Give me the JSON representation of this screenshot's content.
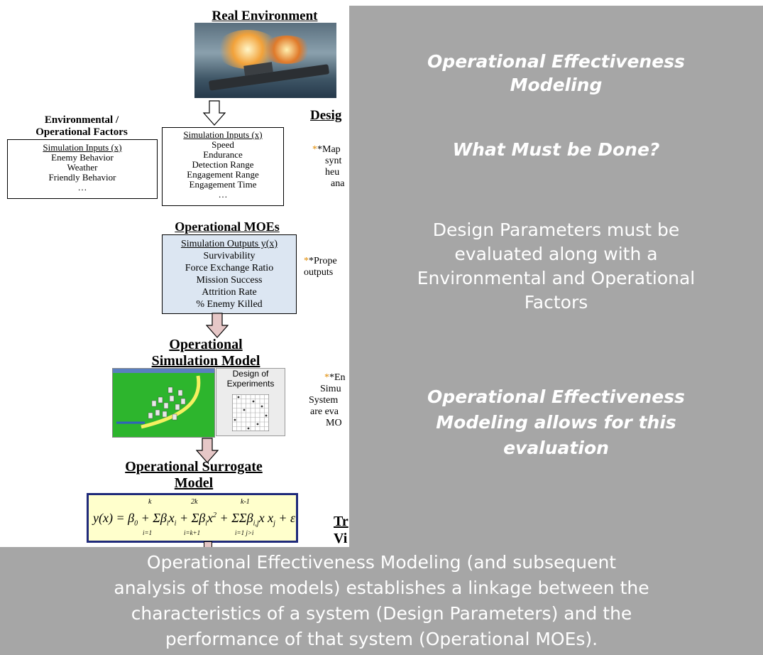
{
  "diagram": {
    "real_environment_title": "Real Environment",
    "env_factors_title_line1": "Environmental /",
    "env_factors_title_line2": "Operational Factors",
    "env_box": {
      "heading": "Simulation Inputs (x)",
      "items": [
        "Enemy Behavior",
        "Weather",
        "Friendly Behavior",
        "…"
      ]
    },
    "sim_inputs_box": {
      "heading": "Simulation Inputs (x)",
      "items": [
        "Speed",
        "Endurance",
        "Detection Range",
        "Engagement Range",
        "Engagement Time",
        "…"
      ]
    },
    "design_heading": "Desig",
    "notes": {
      "map_lines": [
        "*Map",
        "synt",
        "heu",
        "ana"
      ],
      "prope_lines": [
        "*Prope",
        "outputs"
      ],
      "en_lines": [
        "*En",
        "Simu",
        "System",
        "are eva",
        "MO"
      ]
    },
    "operational_moes_title": "Operational MOEs",
    "moes_box": {
      "heading": "Simulation Outputs y(x)",
      "items": [
        "Survivability",
        "Force Exchange Ratio",
        "Mission Success",
        "Attrition Rate",
        "% Enemy Killed"
      ]
    },
    "sim_model_title_line1": "Operational",
    "sim_model_title_line2": "Simulation Model",
    "doe_label_line1": "Design of",
    "doe_label_line2": "Experiments",
    "surrogate_title_line1": "Operational Surrogate",
    "surrogate_title_line2": "Model",
    "equation_text": "y(x) = β0 + Σ βixi + Σ βixi² + ΣΣ βijxixj + ε",
    "equation_parts": {
      "lhs": "y(x) = β",
      "s0": "0",
      "p1": " + Σ",
      "p2": "β",
      "p3": "x",
      "p4": " + Σ",
      "p5": "β",
      "p6": "x",
      "sq": "2",
      "p7": " + ΣΣ",
      "p8": "β",
      "p9": "x x",
      "eps": " + ε",
      "k1": "k",
      "i1": "i=1",
      "k2": "2k",
      "i2": "i=k+1",
      "k3": "k-1",
      "i3": "i=1 j>i"
    },
    "tr_fragment_line1": "Tr",
    "tr_fragment_line2": "Vi"
  },
  "right_panel": {
    "title_line1": "Operational Effectiveness",
    "title_line2": "Modeling",
    "question": "What Must be Done?",
    "body_line1": "Design Parameters must be",
    "body_line2": "evaluated along with a",
    "body_line3": "Environmental and Operational",
    "body_line4": "Factors",
    "closing_line1": "Operational Effectiveness",
    "closing_line2": "Modeling allows for this",
    "closing_line3": "evaluation"
  },
  "bottom_banner": {
    "line1": "Operational Effectiveness Modeling (and subsequent",
    "line2": "analysis of those models) establishes a linkage between the",
    "line3": "characteristics of a system (Design Parameters) and the",
    "line4": "performance of that system (Operational MOEs)."
  },
  "colors": {
    "panel_gray": "#a6a6a6",
    "moe_box_fill": "#dce6f2",
    "equation_fill": "#ffffcc",
    "equation_border": "#1f2a7a",
    "sim_green": "#2db52d",
    "arrow_fill": "#e6c7c7"
  }
}
